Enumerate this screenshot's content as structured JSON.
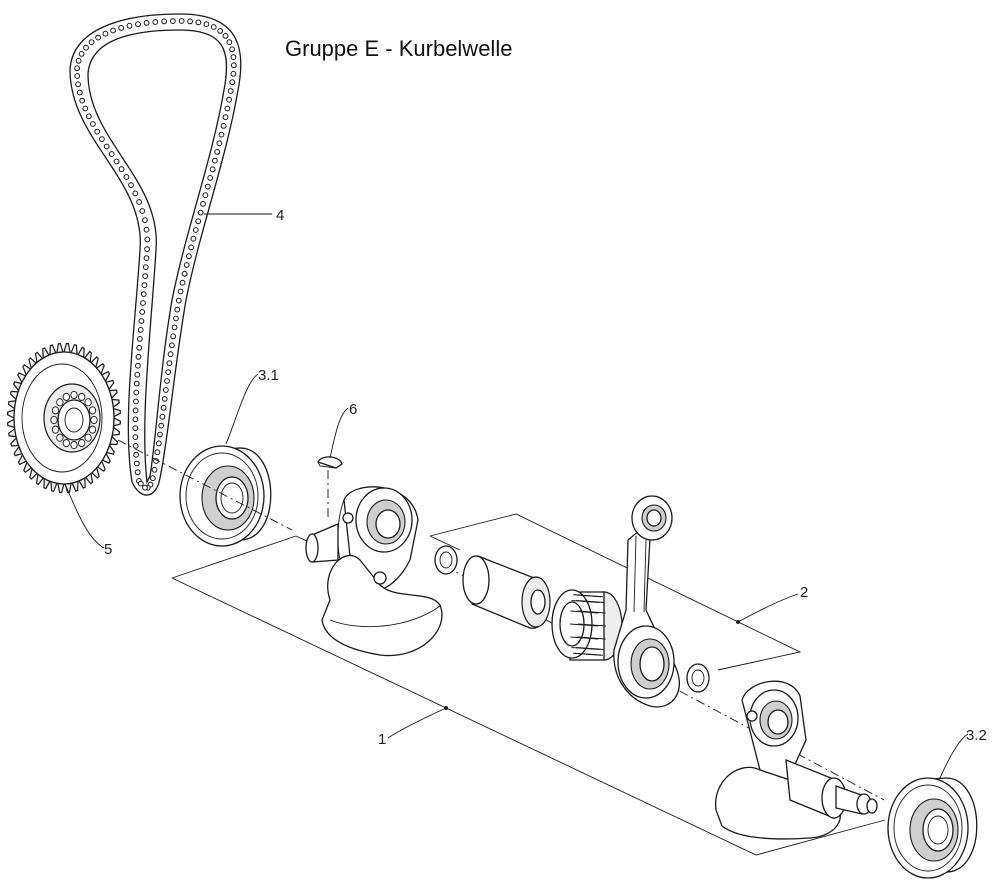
{
  "title": "Gruppe E - Kurbelwelle",
  "callouts": {
    "c1": "1",
    "c2": "2",
    "c31": "3.1",
    "c32": "3.2",
    "c4": "4",
    "c5": "5",
    "c6": "6"
  }
}
